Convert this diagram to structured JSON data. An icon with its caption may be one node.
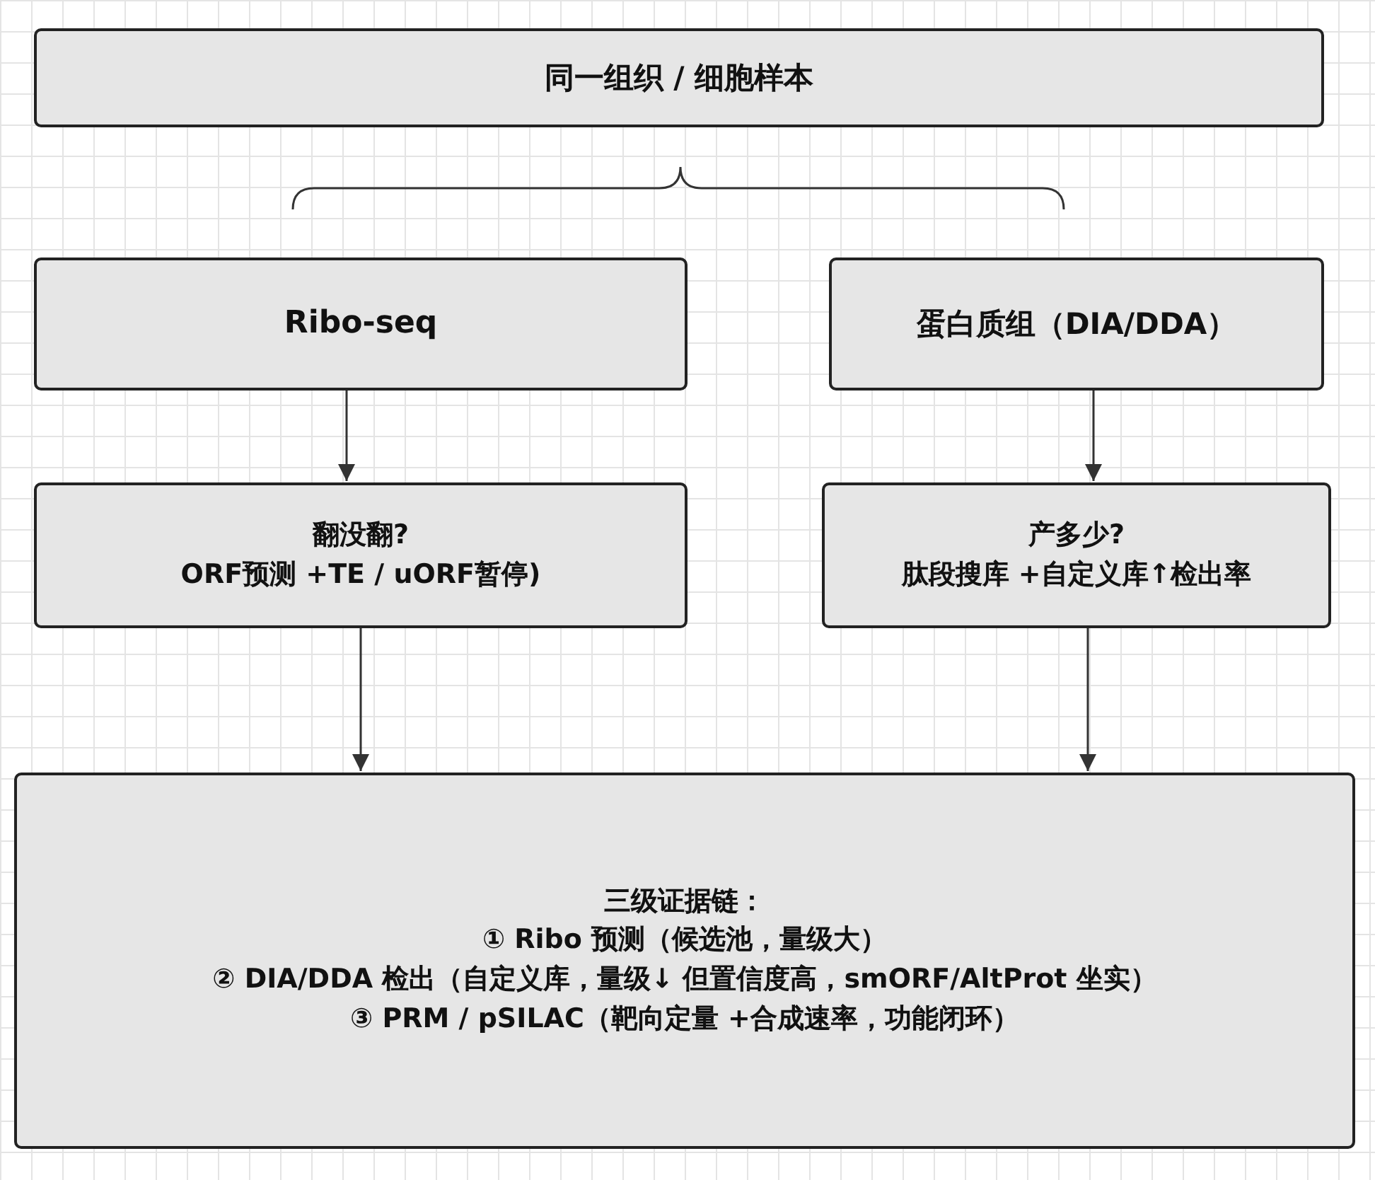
{
  "diagram": {
    "nodes": [
      {
        "text": [
          "同一组织 / 细胞样本"
        ]
      },
      {
        "text": [
          "Ribo-seq"
        ]
      },
      {
        "text": [
          "蛋白质组（DIA/DDA）"
        ]
      },
      {
        "text": [
          "翻没翻?",
          "ORF预测 +TE / uORF暂停)"
        ]
      },
      {
        "text": [
          "产多少?",
          "肽段搜库 +自定义库↑检出率"
        ]
      },
      {
        "text": [
          "三级证据链：",
          "① Ribo 预测（候选池，量级大）",
          "② DIA/DDA 检出（自定义库，量级↓ 但置信度高，smORF/AltProt 坐实）",
          "③ PRM / pSILAC（靶向定量 +合成速率，功能闭环）"
        ]
      }
    ],
    "edges": [
      {
        "from": 1,
        "to": 3,
        "arrow": "to"
      },
      {
        "from": 2,
        "to": 4,
        "arrow": "to"
      },
      {
        "from": 3,
        "to": 5,
        "arrow": "to"
      },
      {
        "from": 4,
        "to": 5,
        "arrow": "to"
      }
    ]
  }
}
